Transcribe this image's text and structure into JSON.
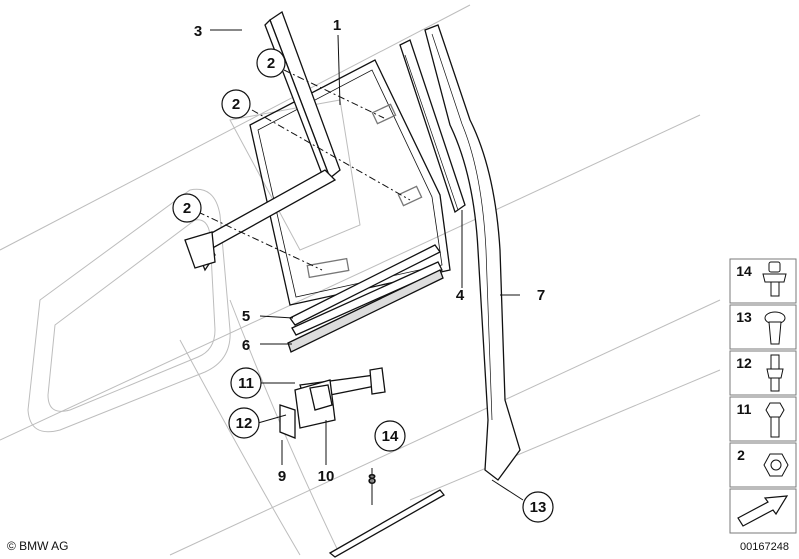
{
  "callouts": [
    {
      "label": "1",
      "circled": false
    },
    {
      "label": "2",
      "circled": true
    },
    {
      "label": "2",
      "circled": true
    },
    {
      "label": "2",
      "circled": true
    },
    {
      "label": "3",
      "circled": false
    },
    {
      "label": "4",
      "circled": false
    },
    {
      "label": "5",
      "circled": false
    },
    {
      "label": "6",
      "circled": false
    },
    {
      "label": "7",
      "circled": false
    },
    {
      "label": "8",
      "circled": false
    },
    {
      "label": "9",
      "circled": false
    },
    {
      "label": "10",
      "circled": false
    },
    {
      "label": "11",
      "circled": true
    },
    {
      "label": "12",
      "circled": true
    },
    {
      "label": "13",
      "circled": true
    },
    {
      "label": "14",
      "circled": true
    }
  ],
  "legend": [
    {
      "label": "14",
      "icon": "fastener-clip-icon"
    },
    {
      "label": "13",
      "icon": "expanding-rivet-icon"
    },
    {
      "label": "12",
      "icon": "screw-clip-icon"
    },
    {
      "label": "11",
      "icon": "hex-bolt-icon"
    },
    {
      "label": "2",
      "icon": "hex-nut-icon"
    }
  ],
  "footer": {
    "copyright": "© BMW AG",
    "diagram_id": "00167248"
  },
  "colors": {
    "line": "#111111",
    "ghost_line": "#bdbdbd",
    "legend_border": "#7a7a7a",
    "panel_fill": "#ffffff"
  }
}
